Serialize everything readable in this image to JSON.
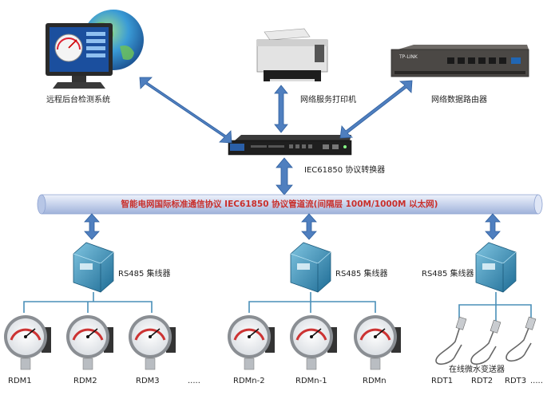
{
  "bus": {
    "label": "智能电网国际标准通信协议 IEC61850  协议管道流(间隔层 100M/1000M 以太网)"
  },
  "devices": {
    "monitor": "远程后台检测系统",
    "printer": "网络服务打印机",
    "router": "网络数据路由器",
    "converter": "IEC61850 协议转换器",
    "router_brand": "TP-LINK"
  },
  "hubs": [
    {
      "label": "RS485 集线器"
    },
    {
      "label": "RS485 集线器"
    },
    {
      "label": "RS485 集线器"
    }
  ],
  "gauge_groups": [
    {
      "labels": [
        "RDM1",
        "RDM2",
        "RDM3"
      ],
      "ellipsis": "....."
    },
    {
      "labels": [
        "RDMn-2",
        "RDMn-1",
        "RDMn"
      ]
    }
  ],
  "transmitters": {
    "caption": "在线微水变送器",
    "labels": [
      "RDT1",
      "RDT2",
      "RDT3"
    ],
    "ellipsis": "....."
  },
  "colors": {
    "arrow": "#4f7fbf",
    "bus": "#c7d3ec",
    "bus_text": "#c9302c",
    "hub": "#2f7fa7"
  }
}
